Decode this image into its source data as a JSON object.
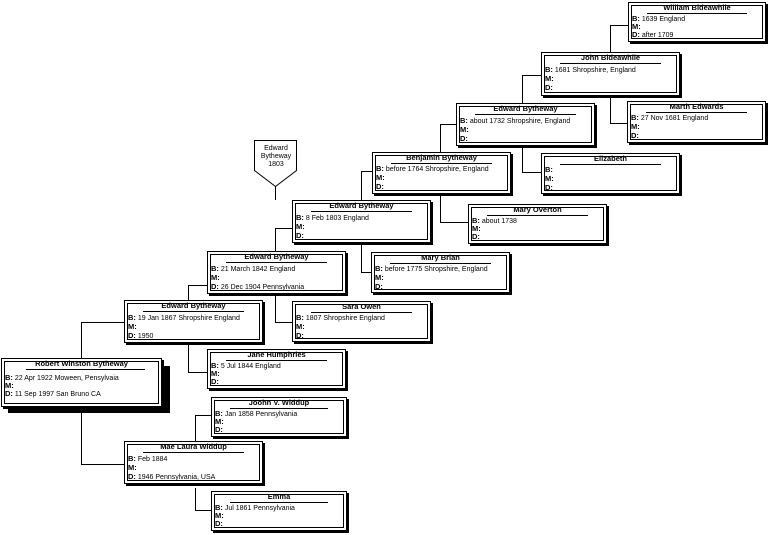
{
  "focus_pin": {
    "name_line1": "Edward",
    "name_line2": "Bytheway",
    "year": "1803"
  },
  "labels": {
    "birth": "B:",
    "marriage": "M:",
    "death": "D:"
  },
  "people": {
    "robert": {
      "name": "Robert Winston Bytheway",
      "b": " 22 Apr 1922 Moween, Pensylvaia",
      "m": "",
      "d": "11 Sep 1997 San Bruno CA"
    },
    "edward_1867": {
      "name": "Edward Bytheway",
      "b": "19 Jan 1867 Shropshire England",
      "m": "",
      "d": "1950"
    },
    "mae": {
      "name": "Mae Laura Widdup",
      "b": "Feb 1884",
      "m": "",
      "d": "1946 Pennsylvania, USA"
    },
    "edward_1842": {
      "name": "Edward Bytheway",
      "b": "21 March 1842 England",
      "m": "",
      "d": "26 Dec 1904 Pennsylvania"
    },
    "jane": {
      "name": "Jane Humphries",
      "b": "5 Jul 1844 England",
      "m": "",
      "d": ""
    },
    "joohn": {
      "name": "Joohn V. Widdup",
      "b": "Jan 1858 Pennsylvania",
      "m": "",
      "d": ""
    },
    "emma": {
      "name": "Emma",
      "b": "Jul 1861 Pennsylvania",
      "m": "",
      "d": ""
    },
    "edward_1803": {
      "name": "Edward Bytheway",
      "b": "8 Feb 1803 England",
      "m": "",
      "d": ""
    },
    "sara": {
      "name": "Sara Owen",
      "b": "1807 Shropshire England",
      "m": "",
      "d": ""
    },
    "benjamin": {
      "name": "Benjamin Bytheway",
      "b": "before 1764 Shropshire, England",
      "m": "",
      "d": ""
    },
    "mary_brian": {
      "name": "Mary Brian",
      "b": "before 1775 Shropshire, England",
      "m": "",
      "d": ""
    },
    "edward_1732": {
      "name": "Edward Bytheway",
      "b": "about 1732 Shropshire, England",
      "m": "",
      "d": ""
    },
    "mary_overton": {
      "name": "Mary Overton",
      "b": "about 1738",
      "m": "",
      "d": ""
    },
    "john": {
      "name": "John Bideawhile",
      "b": "1681 Shropshire, England",
      "m": "",
      "d": ""
    },
    "elizabeth": {
      "name": "Elizabeth",
      "b": "",
      "m": "",
      "d": ""
    },
    "william": {
      "name": "William Bideawhile",
      "b": "1639  England",
      "m": "",
      "d": "after 1709"
    },
    "marth": {
      "name": "Marth Edwards",
      "b": "27 Nov 1681 England",
      "m": "",
      "d": ""
    }
  }
}
